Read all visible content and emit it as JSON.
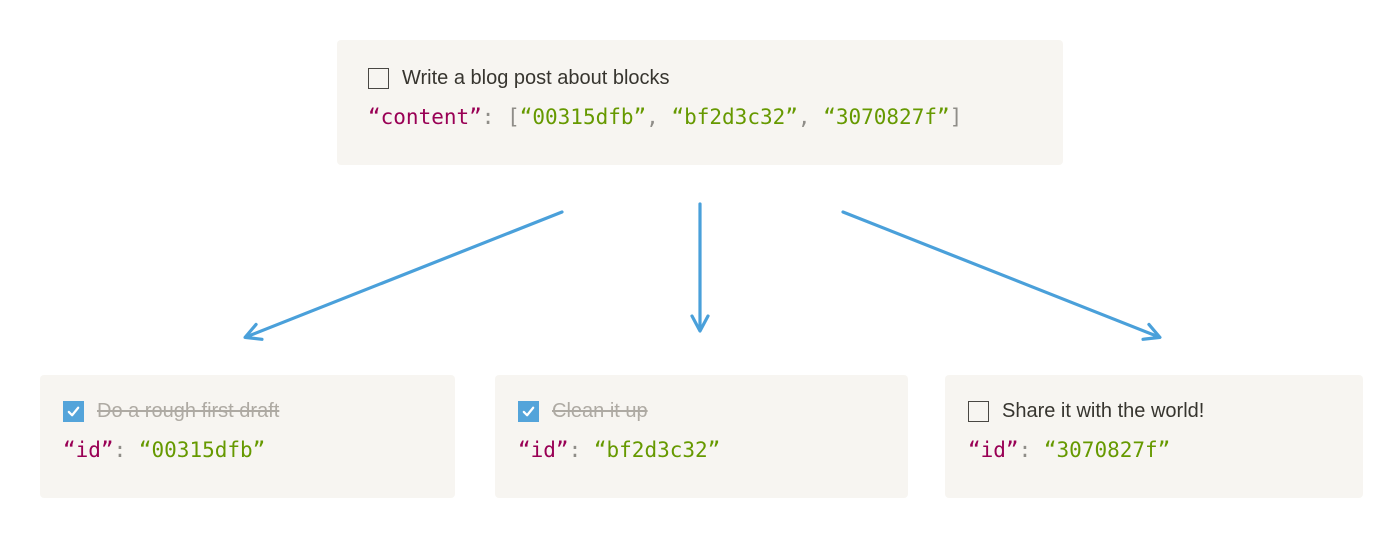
{
  "colors": {
    "card_bg": "#f7f5f1",
    "text": "#37352f",
    "done_text": "#aeaaa3",
    "checkbox_border": "#494743",
    "checkbox_blue": "#54a4da",
    "arrow": "#4aa0da",
    "code_key": "#990055",
    "code_punct": "#8f8d88",
    "code_string": "#669900"
  },
  "parent": {
    "todo_label": "Write a blog post about blocks",
    "checked": "false",
    "code": {
      "key": "“content”",
      "colon_bracket": ": [",
      "value1": "“00315dfb”",
      "comma1": ", ",
      "value2": "“bf2d3c32”",
      "comma2": ", ",
      "value3": "“3070827f”",
      "close_bracket": "]"
    }
  },
  "children": [
    {
      "todo_label": "Do a rough first draft",
      "checked": "true",
      "code": {
        "key": "“id”",
        "colon": ": ",
        "value": "“00315dfb”"
      }
    },
    {
      "todo_label": "Clean it up",
      "checked": "true",
      "code": {
        "key": "“id”",
        "colon": ": ",
        "value": "“bf2d3c32”"
      }
    },
    {
      "todo_label": "Share it with the world!",
      "checked": "false",
      "code": {
        "key": "“id”",
        "colon": ": ",
        "value": "“3070827f”"
      }
    }
  ]
}
